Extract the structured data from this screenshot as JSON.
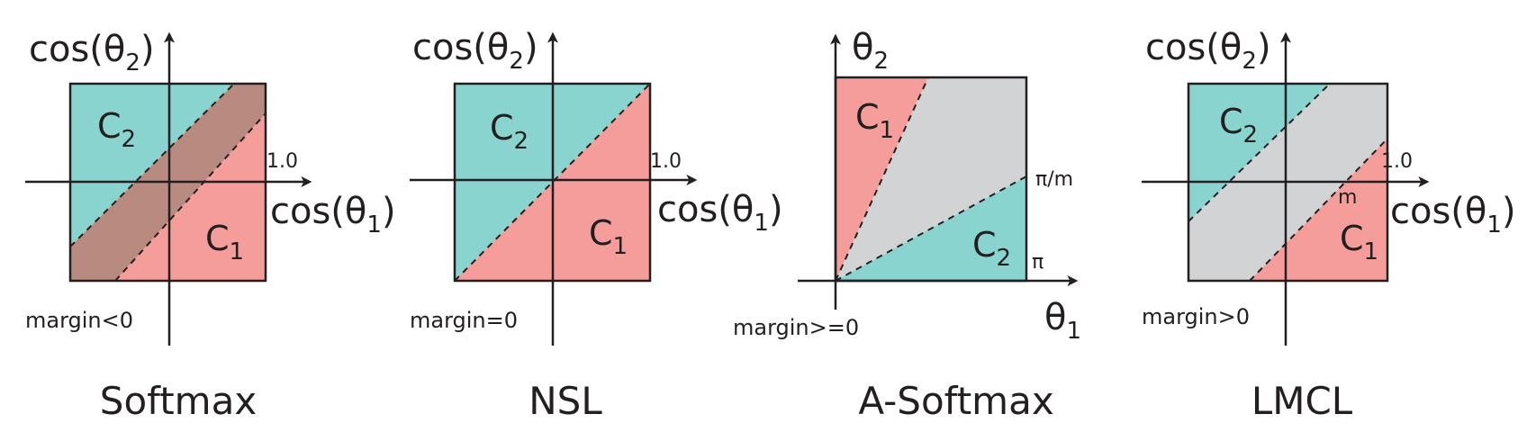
{
  "colors": {
    "teal": "#89d4cf",
    "salmon": "#f49d9a",
    "brown": "#b88a80",
    "gray": "#d1d3d4",
    "line": "#231f20"
  },
  "panels": [
    {
      "title": "Softmax",
      "y_axis": {
        "base": "cos(θ",
        "sub": "2",
        "close": ")"
      },
      "x_axis": {
        "base": "cos(θ",
        "sub": "1",
        "close": ")"
      },
      "tick": "1.0",
      "margin_text": "margin<0",
      "class_top": {
        "base": "C",
        "sub": "2"
      },
      "class_bottom": {
        "base": "C",
        "sub": "1"
      }
    },
    {
      "title": "NSL",
      "y_axis": {
        "base": "cos(θ",
        "sub": "2",
        "close": ")"
      },
      "x_axis": {
        "base": "cos(θ",
        "sub": "1",
        "close": ")"
      },
      "tick": "1.0",
      "margin_text": "margin=0",
      "class_top": {
        "base": "C",
        "sub": "2"
      },
      "class_bottom": {
        "base": "C",
        "sub": "1"
      }
    },
    {
      "title": "A-Softmax",
      "y_axis": {
        "base": "θ",
        "sub": "2"
      },
      "x_axis": {
        "base": "θ",
        "sub": "1"
      },
      "tick_pi_over_m": "π/m",
      "tick_pi": "π",
      "margin_text": "margin>=0",
      "class_top": {
        "base": "C",
        "sub": "1"
      },
      "class_bottom": {
        "base": "C",
        "sub": "2"
      }
    },
    {
      "title": "LMCL",
      "y_axis": {
        "base": "cos(θ",
        "sub": "2",
        "close": ")"
      },
      "x_axis": {
        "base": "cos(θ",
        "sub": "1",
        "close": ")"
      },
      "tick": "1.0",
      "margin_symbol": "m",
      "margin_text": "margin>0",
      "class_top": {
        "base": "C",
        "sub": "2"
      },
      "class_bottom": {
        "base": "C",
        "sub": "1"
      }
    }
  ]
}
